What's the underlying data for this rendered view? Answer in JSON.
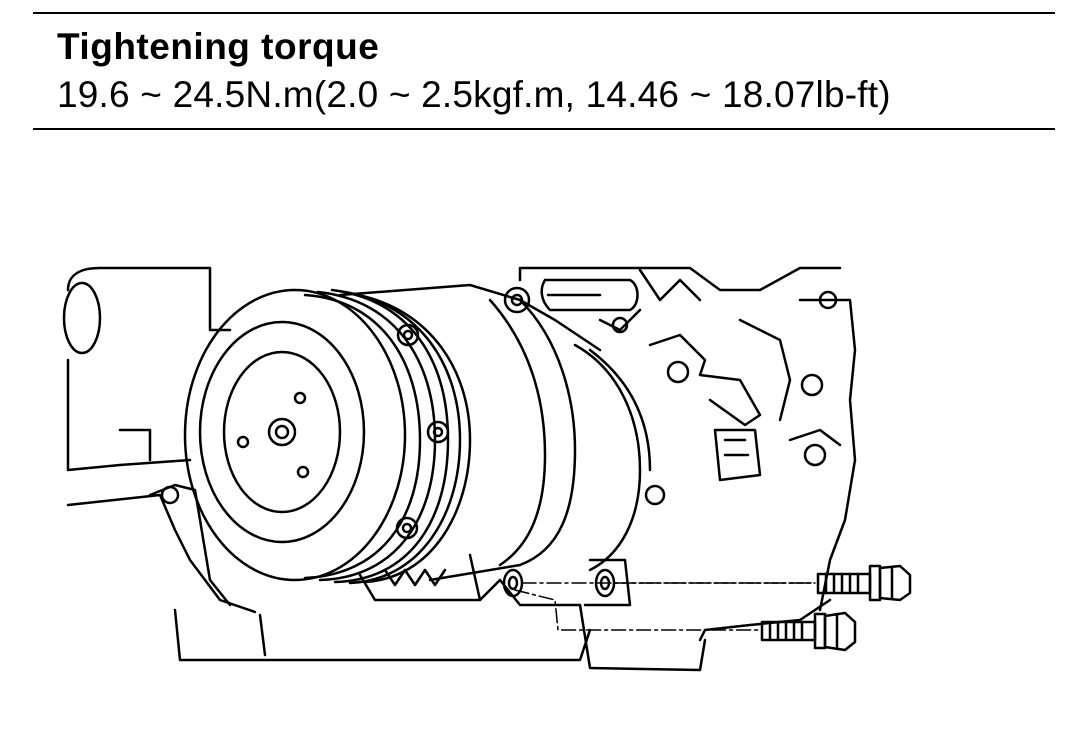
{
  "header": {
    "title": "Tightening torque",
    "spec": "19.6 ~ 24.5N.m(2.0 ~ 2.5kgf.m, 14.46 ~ 18.07lb-ft)"
  },
  "figure": {
    "icon": "ac-compressor-mounting-bolts-illustration"
  }
}
